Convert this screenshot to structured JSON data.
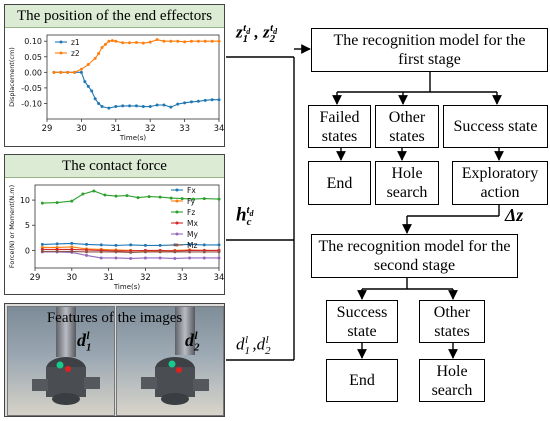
{
  "panels": {
    "end_effectors": {
      "title": "The position of the end effectors"
    },
    "contact_force": {
      "title": "The contact force"
    },
    "features": {
      "title": "Features of the images",
      "label_left": "d1l",
      "label_right": "d2l"
    }
  },
  "symbols": {
    "z_pair": "z1td , z2td",
    "h_force": "hctd",
    "d_pair": "d1l ,d2l",
    "delta_z": "Δz"
  },
  "boxes": {
    "first_stage": "The recognition model for the first stage",
    "failed": "Failed states",
    "other1": "Other states",
    "success1": "Success state",
    "end1": "End",
    "hole1": "Hole search",
    "exploratory": "Exploratory action",
    "second_stage": "The recognition model for the second stage",
    "success2": "Success state",
    "other2": "Other states",
    "end2": "End",
    "hole2": "Hole search"
  },
  "chart_data": [
    {
      "type": "line",
      "xlabel": "Time(s)",
      "ylabel": "Displacement(cm)",
      "xlim": [
        29,
        34
      ],
      "ylim": [
        -0.15,
        0.12
      ],
      "xticks": [
        "29",
        "30",
        "31",
        "32",
        "33",
        "34"
      ],
      "yticks": [
        "0.10",
        "0.05",
        "0.00",
        "-0.05",
        "-0.10"
      ],
      "legend": "top-left",
      "series": [
        {
          "name": "z1",
          "color": "#1f77b4",
          "x": [
            29.2,
            29.4,
            29.6,
            29.8,
            30.0,
            30.1,
            30.2,
            30.3,
            30.4,
            30.5,
            30.6,
            30.8,
            31.0,
            31.2,
            31.4,
            31.6,
            31.8,
            32.0,
            32.2,
            32.4,
            32.6,
            32.8,
            33.0,
            33.2,
            33.4,
            33.6,
            33.8,
            34.0
          ],
          "y": [
            0,
            0,
            0,
            0,
            0,
            -0.03,
            -0.045,
            -0.06,
            -0.085,
            -0.1,
            -0.11,
            -0.115,
            -0.11,
            -0.108,
            -0.108,
            -0.108,
            -0.11,
            -0.11,
            -0.105,
            -0.105,
            -0.112,
            -0.102,
            -0.098,
            -0.095,
            -0.093,
            -0.09,
            -0.088,
            -0.088
          ]
        },
        {
          "name": "z2",
          "color": "#ff7f0e",
          "x": [
            29.2,
            29.4,
            29.6,
            29.8,
            30.0,
            30.2,
            30.4,
            30.5,
            30.6,
            30.7,
            30.8,
            30.9,
            31.0,
            31.2,
            31.4,
            31.6,
            31.8,
            32.0,
            32.2,
            32.4,
            32.6,
            32.8,
            33.0,
            33.2,
            33.4,
            33.6,
            33.8,
            34.0
          ],
          "y": [
            0,
            0,
            0,
            0,
            0.01,
            0.025,
            0.045,
            0.06,
            0.08,
            0.09,
            0.1,
            0.102,
            0.1,
            0.095,
            0.095,
            0.096,
            0.094,
            0.097,
            0.105,
            0.1,
            0.1,
            0.1,
            0.098,
            0.1,
            0.1,
            0.1,
            0.1,
            0.1
          ]
        }
      ]
    },
    {
      "type": "line",
      "xlabel": "Time(s)",
      "ylabel": "Force(N) or Moment(N.m)",
      "xlim": [
        29,
        34
      ],
      "ylim": [
        -3.5,
        13
      ],
      "xticks": [
        "29",
        "30",
        "31",
        "32",
        "33",
        "34"
      ],
      "yticks": [
        "10",
        "5",
        "0"
      ],
      "legend": "right",
      "series": [
        {
          "name": "Fx",
          "color": "#1f77b4",
          "x": [
            29.2,
            29.6,
            30.0,
            30.4,
            30.8,
            31.2,
            31.6,
            32.0,
            32.4,
            32.8,
            33.2,
            33.6,
            34.0
          ],
          "y": [
            1.2,
            1.3,
            1.4,
            1.2,
            1.1,
            1.0,
            1.1,
            1.0,
            1.0,
            1.1,
            1.2,
            1.1,
            1.1
          ]
        },
        {
          "name": "Fy",
          "color": "#ff7f0e",
          "x": [
            29.2,
            29.6,
            30.0,
            30.4,
            30.8,
            31.2,
            31.6,
            32.0,
            32.4,
            32.8,
            33.2,
            33.6,
            34.0
          ],
          "y": [
            0.6,
            0.6,
            0.7,
            0.3,
            0.2,
            0.1,
            0.0,
            -0.1,
            -0.1,
            0.0,
            0.1,
            0.0,
            0.0
          ]
        },
        {
          "name": "Fz",
          "color": "#2ca02c",
          "x": [
            29.2,
            29.6,
            30.0,
            30.3,
            30.6,
            30.9,
            31.2,
            31.5,
            31.8,
            32.1,
            32.4,
            32.7,
            33.0,
            33.3,
            33.6,
            34.0
          ],
          "y": [
            9.4,
            9.5,
            9.8,
            11.2,
            11.8,
            11.0,
            10.8,
            10.9,
            10.5,
            10.7,
            10.6,
            10.4,
            10.3,
            10.2,
            10.3,
            10.2
          ]
        },
        {
          "name": "Mx",
          "color": "#d62728",
          "x": [
            29.2,
            29.6,
            30.0,
            30.4,
            30.8,
            31.2,
            31.6,
            32.0,
            32.4,
            32.8,
            33.2,
            33.6,
            34.0
          ],
          "y": [
            0.2,
            0.2,
            0.2,
            0.1,
            0.0,
            -0.1,
            -0.1,
            0.0,
            0.0,
            -0.1,
            0.0,
            0.0,
            0.0
          ]
        },
        {
          "name": "My",
          "color": "#9467bd",
          "x": [
            29.2,
            29.6,
            30.0,
            30.4,
            30.8,
            31.2,
            31.6,
            32.0,
            32.4,
            32.8,
            33.2,
            33.6,
            34.0
          ],
          "y": [
            -0.3,
            -0.3,
            -0.4,
            -1.0,
            -1.5,
            -1.5,
            -1.6,
            -1.5,
            -1.5,
            -1.6,
            -1.5,
            -1.5,
            -1.5
          ]
        },
        {
          "name": "Mz",
          "color": "#8c564b",
          "x": [
            29.2,
            29.6,
            30.0,
            30.4,
            30.8,
            31.2,
            31.6,
            32.0,
            32.4,
            32.8,
            33.2,
            33.6,
            34.0
          ],
          "y": [
            -0.2,
            -0.2,
            -0.2,
            -0.3,
            -0.3,
            -0.3,
            -0.4,
            -0.3,
            -0.3,
            -0.3,
            -0.3,
            -0.3,
            -0.3
          ]
        }
      ]
    }
  ]
}
